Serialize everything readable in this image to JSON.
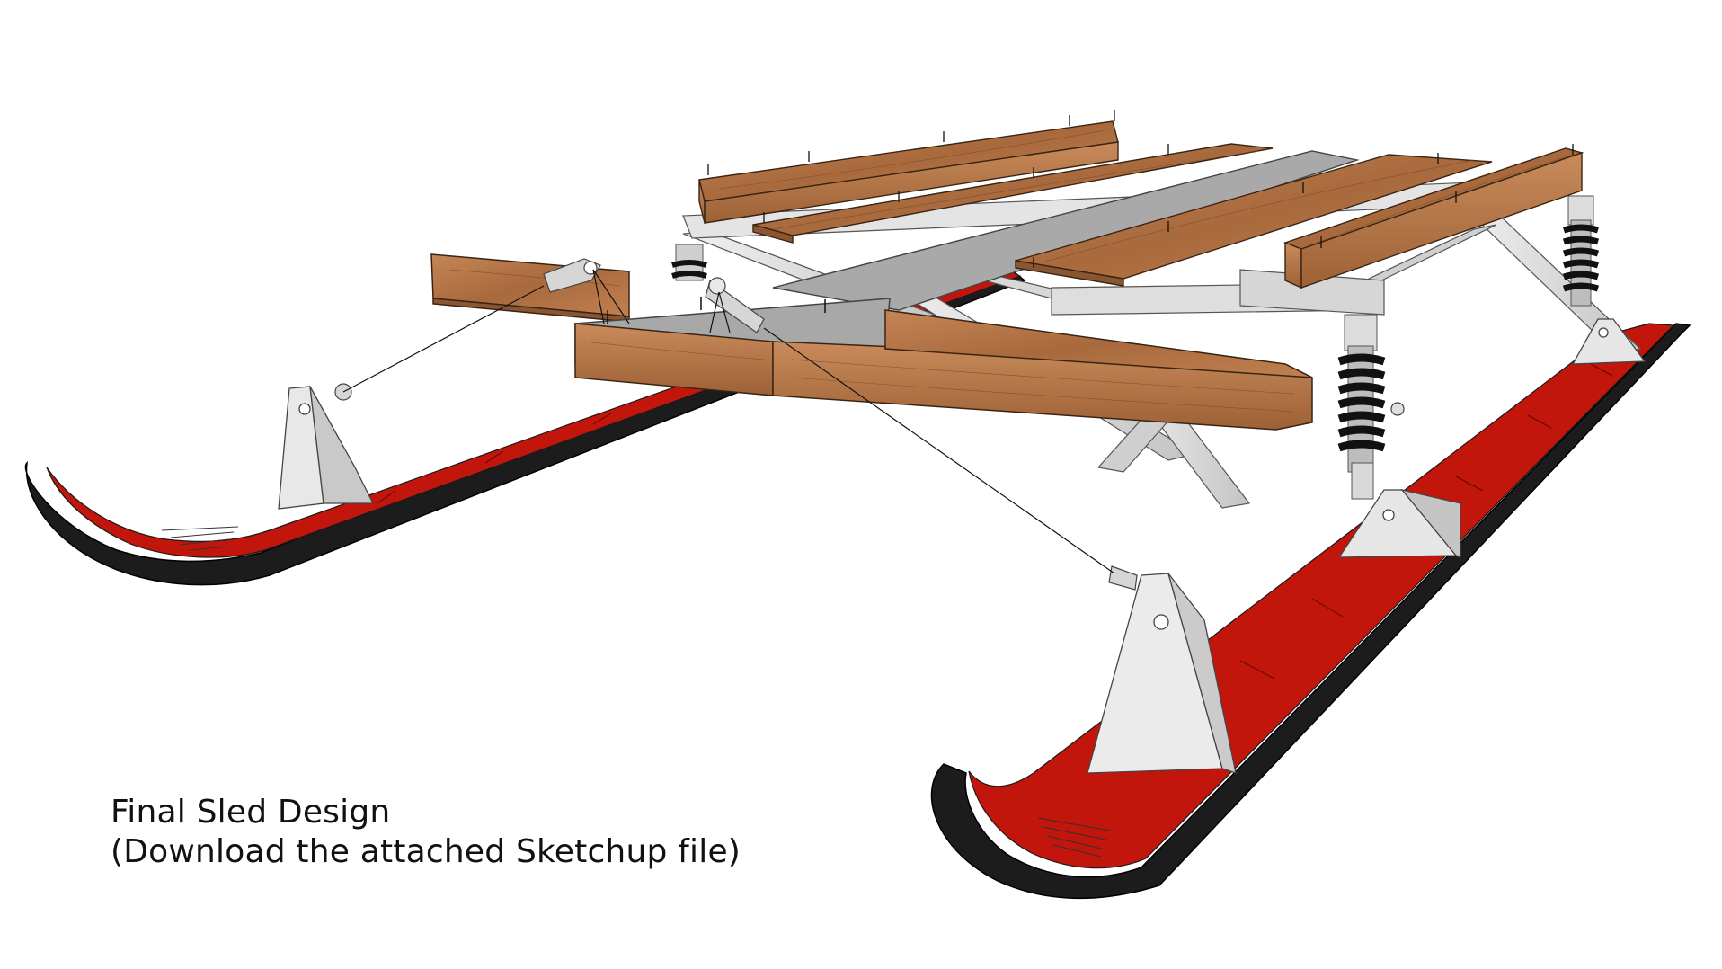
{
  "caption": {
    "line1": "Final Sled Design",
    "line2": "(Download the attached Sketchup file)"
  },
  "colors": {
    "background": "#ffffff",
    "runner": "#c2150c",
    "runner_edge": "#1c1c1c",
    "wood": "#b8794c",
    "wood_dark": "#8a5632",
    "metal": "#dcdcdc",
    "plate": "#a9a9a9",
    "spring": "#1a1a1a"
  },
  "components": [
    "left-runner",
    "right-runner",
    "wooden-seat-slats",
    "steering-bar",
    "center-plate",
    "scissor-frame",
    "coil-over-shocks",
    "runner-brackets",
    "rod-end-joints",
    "steering-cables"
  ]
}
